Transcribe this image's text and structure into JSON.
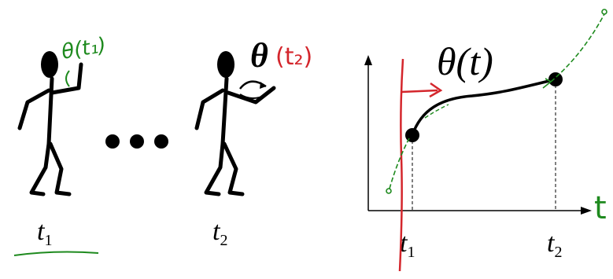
{
  "figure": {
    "frame1": {
      "label_main": "t",
      "label_sub": "1",
      "handwritten_note": "θ(t₁)"
    },
    "ellipsis": "• • •",
    "frame2": {
      "label_main": "t",
      "label_sub": "2",
      "theta_symbol": "θ",
      "handwritten_note": "(t₂)"
    },
    "graph": {
      "title": "θ(t)",
      "x_axis_handwritten_label": "t",
      "tick1": {
        "main": "t",
        "sub": "1"
      },
      "tick2": {
        "main": "t",
        "sub": "2"
      }
    }
  },
  "colors": {
    "ink": "#000000",
    "red_annotation": "#d4262c",
    "green_annotation": "#1e8a1e"
  }
}
